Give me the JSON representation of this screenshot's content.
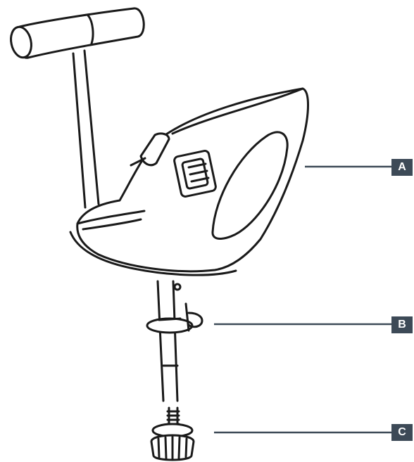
{
  "labels": {
    "a": "A",
    "b": "B",
    "c": "C"
  },
  "colors": {
    "label_background": "#3d4a57",
    "label_text": "#ffffff",
    "line_art": "#1a1a1a",
    "background": "#ffffff"
  }
}
